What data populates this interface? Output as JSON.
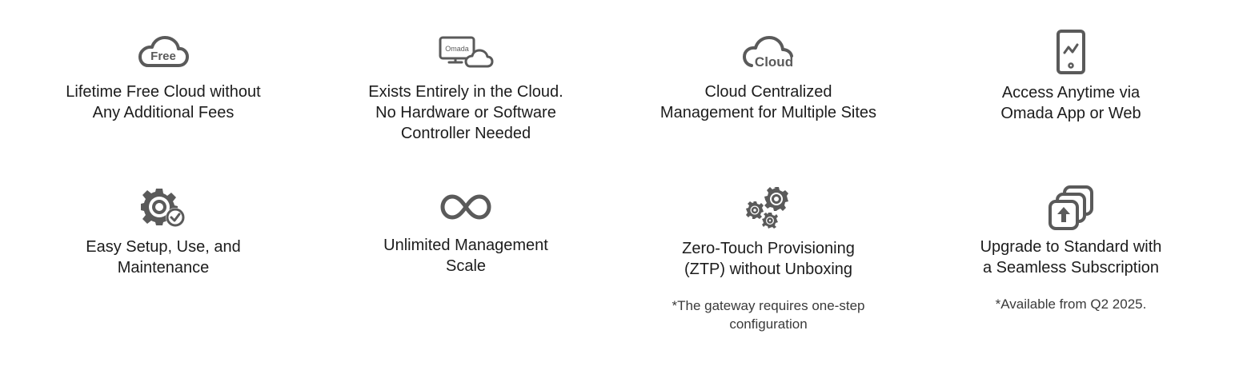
{
  "features": [
    {
      "icon": "free-cloud-icon",
      "icon_text": "Free",
      "title_lines": [
        "Lifetime Free Cloud without",
        "Any Additional Fees"
      ]
    },
    {
      "icon": "omada-cloud-controller-icon",
      "icon_text": "Omada",
      "title_lines": [
        "Exists Entirely in the Cloud.",
        "No Hardware or Software",
        "Controller Needed"
      ]
    },
    {
      "icon": "cloud-management-icon",
      "icon_text": "Cloud",
      "title_lines": [
        "Cloud Centralized",
        "Management for Multiple Sites"
      ]
    },
    {
      "icon": "mobile-app-icon",
      "title_lines": [
        "Access Anytime via",
        "Omada App or Web"
      ]
    },
    {
      "icon": "gear-check-icon",
      "title_lines": [
        "Easy Setup, Use, and",
        "Maintenance"
      ]
    },
    {
      "icon": "infinity-icon",
      "title_lines": [
        "Unlimited Management",
        "Scale"
      ]
    },
    {
      "icon": "gears-provisioning-icon",
      "title_lines": [
        "Zero-Touch Provisioning",
        "(ZTP) without Unboxing"
      ],
      "note_lines": [
        "*The gateway requires one-step",
        "configuration"
      ]
    },
    {
      "icon": "upgrade-stack-icon",
      "title_lines": [
        "Upgrade to Standard with",
        "a Seamless Subscription"
      ],
      "note_lines": [
        "*Available from Q2 2025."
      ]
    }
  ],
  "colors": {
    "icon": "#5a5a5a",
    "text": "#1c1c1c",
    "note": "#3a3a3a",
    "background": "#ffffff"
  }
}
